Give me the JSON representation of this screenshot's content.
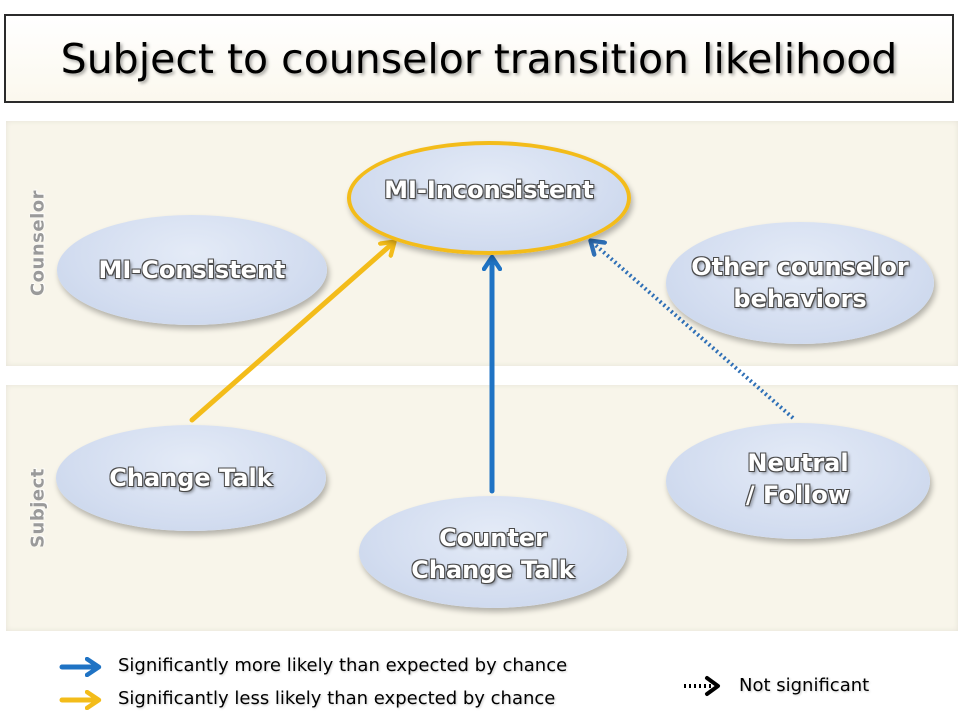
{
  "title": "Subject to counselor transition likelihood",
  "bands": {
    "counselor_label": "Counselor",
    "subject_label": "Subject"
  },
  "nodes": {
    "mi_inconsistent": "MI-Inconsistent",
    "mi_consistent": "MI-Consistent",
    "other_counselor": "Other counselor\nbehaviors",
    "change_talk": "Change Talk",
    "counter_change_talk": "Counter\nChange Talk",
    "neutral_follow": "Neutral\n/ Follow"
  },
  "legend": {
    "more_likely": "Significantly more likely than expected by chance",
    "less_likely": "Significantly less likely than expected by chance",
    "not_significant": "Not significant"
  },
  "colors": {
    "more_likely": "#1f73c4",
    "less_likely": "#f3bc1a",
    "not_significant": "#2e6fb6",
    "node_fill": "#d3ddf0",
    "band_fill": "#f8f5ea"
  }
}
